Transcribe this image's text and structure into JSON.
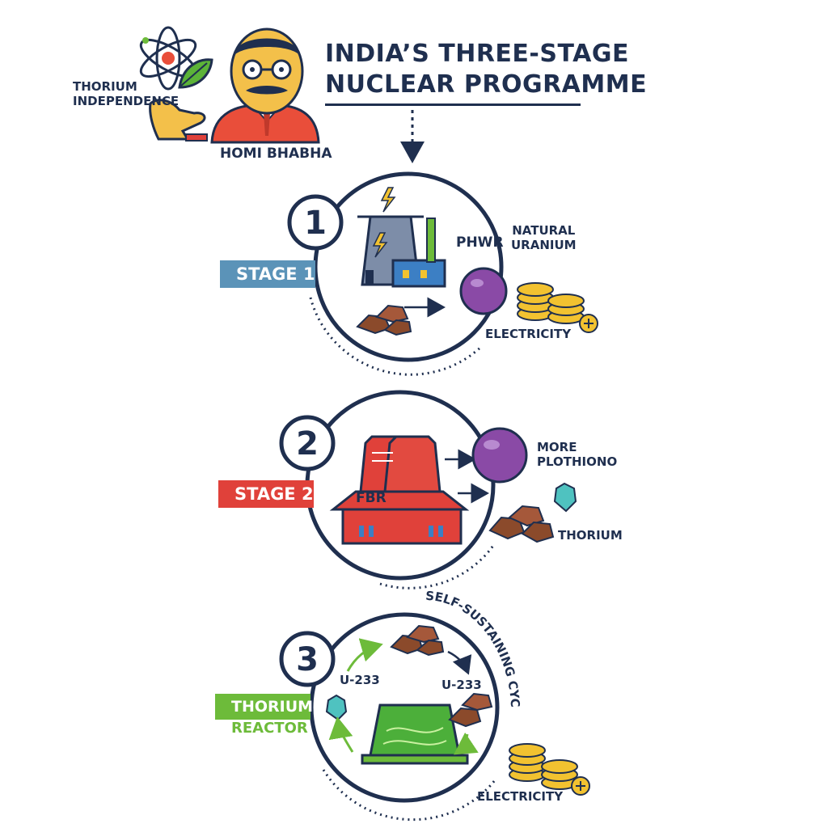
{
  "title": {
    "line1": "INDIA’S THREE-STAGE",
    "line2": "NUCLEAR PROGRAMME"
  },
  "header": {
    "person_label": "HOMI BHABHA",
    "motto_line1": "THORIUM",
    "motto_line2": "INDEPENDENCE"
  },
  "stage1": {
    "number": "1",
    "tag": "STAGE 1",
    "reactor_label": "PHWR",
    "fuel_line1": "NATURAL",
    "fuel_line2": "URANIUM",
    "output_label": "ELECTRICITY"
  },
  "stage2": {
    "number": "2",
    "tag": "STAGE 2",
    "reactor_label": "FBR",
    "output_line1": "MORE",
    "output_line2": "PLOTHIONO",
    "fuel_label": "THORIUM"
  },
  "stage3": {
    "number": "3",
    "tag_line1": "THORIUM",
    "tag_line2": "REACTOR",
    "cycle_label": "SELF-SUSTAINING CYCLE",
    "left_label": "U-233",
    "right_label": "U-233",
    "output_label": "ELECTRICITY"
  },
  "colors": {
    "navy": "#1f2f4f",
    "stage1": "#5b93b8",
    "stage2": "#e0413a",
    "stage3": "#6dbb3a",
    "plutonium": "#8a4aa6",
    "coin": "#f2c230",
    "ore": "#8b4a2b"
  }
}
